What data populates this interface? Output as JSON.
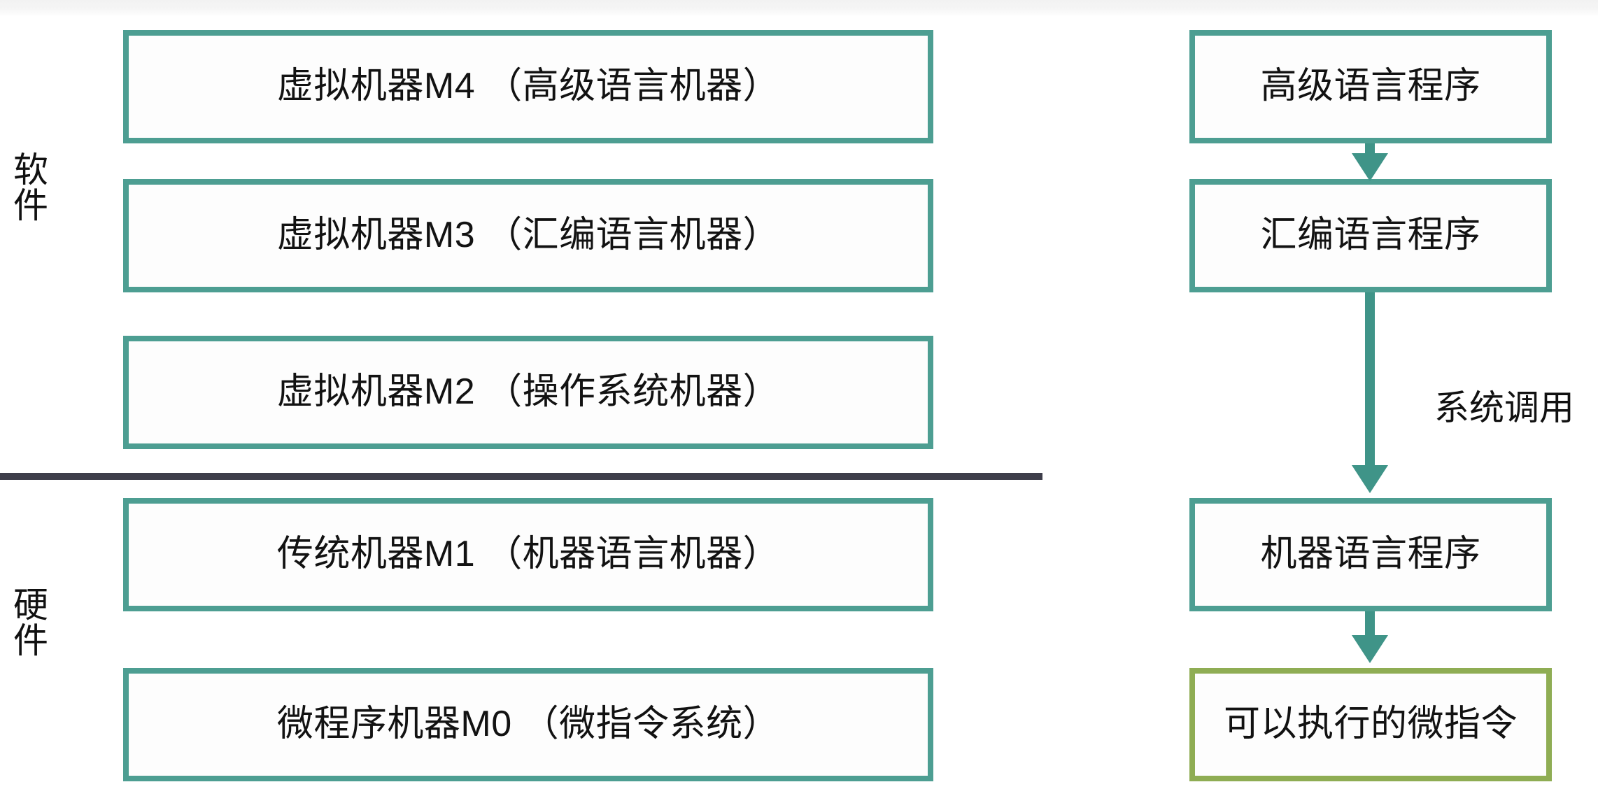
{
  "meta": {
    "title": "计算机系统层次结构",
    "colors": {
      "box_border_teal": "#4d9e92",
      "box_border_olive": "#8fad54",
      "divider": "#3e3e4a",
      "arrow": "#3f9488",
      "background": "#ffffff",
      "text": "#111111"
    }
  },
  "side_labels": [
    {
      "name": "software",
      "text": "软\n件"
    },
    {
      "name": "hardware",
      "text": "硬\n件"
    }
  ],
  "levels": [
    {
      "id": "m4",
      "text": "虚拟机器M4 （高级语言机器）",
      "tier": "software"
    },
    {
      "id": "m3",
      "text": "虚拟机器M3 （汇编语言机器）",
      "tier": "software"
    },
    {
      "id": "m2",
      "text": "虚拟机器M2 （操作系统机器）",
      "tier": "software"
    },
    {
      "id": "m1",
      "text": "传统机器M1 （机器语言机器）",
      "tier": "hardware"
    },
    {
      "id": "m0",
      "text": "微程序机器M0 （微指令系统）",
      "tier": "hardware"
    }
  ],
  "programs": [
    {
      "id": "hll",
      "text": "高级语言程序",
      "accent": "teal"
    },
    {
      "id": "asm",
      "text": "汇编语言程序",
      "accent": "teal"
    },
    {
      "id": "machine",
      "text": "机器语言程序",
      "accent": "teal"
    },
    {
      "id": "micro",
      "text": "可以执行的微指令",
      "accent": "olive"
    }
  ],
  "connectors": [
    {
      "id": "hll-to-asm",
      "from": "hll",
      "to": "asm",
      "label": ""
    },
    {
      "id": "asm-to-machine",
      "from": "asm",
      "to": "machine",
      "label": "系统调用"
    },
    {
      "id": "machine-to-micro",
      "from": "machine",
      "to": "micro",
      "label": ""
    }
  ],
  "edge_labels": [
    {
      "id": "system-call",
      "text": "系统调用"
    }
  ]
}
